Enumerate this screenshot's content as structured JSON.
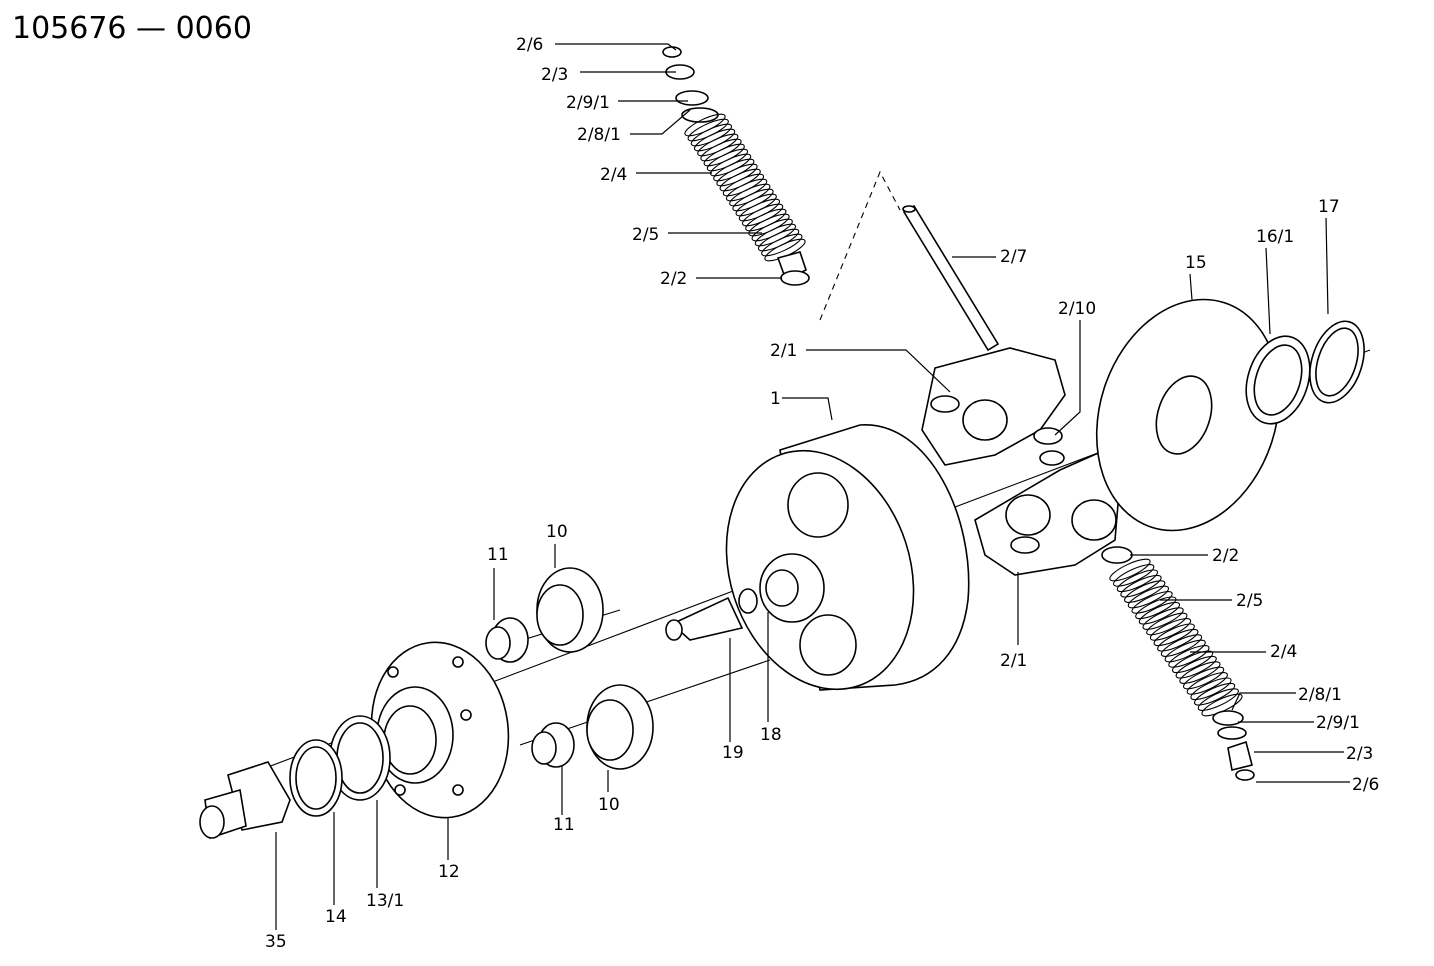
{
  "title": "105676 — 0060",
  "callouts": [
    "2/6",
    "2/3",
    "2/9/1",
    "2/8/1",
    "2/4",
    "2/5",
    "2/2",
    "2/7",
    "2/10",
    "2/1",
    "1",
    "15",
    "16/1",
    "17",
    "2/2",
    "2/5",
    "2/4",
    "2/1",
    "2/8/1",
    "2/9/1",
    "2/3",
    "2/6",
    "11",
    "10",
    "19",
    "18",
    "12",
    "11",
    "10",
    "35",
    "14",
    "13/1"
  ]
}
